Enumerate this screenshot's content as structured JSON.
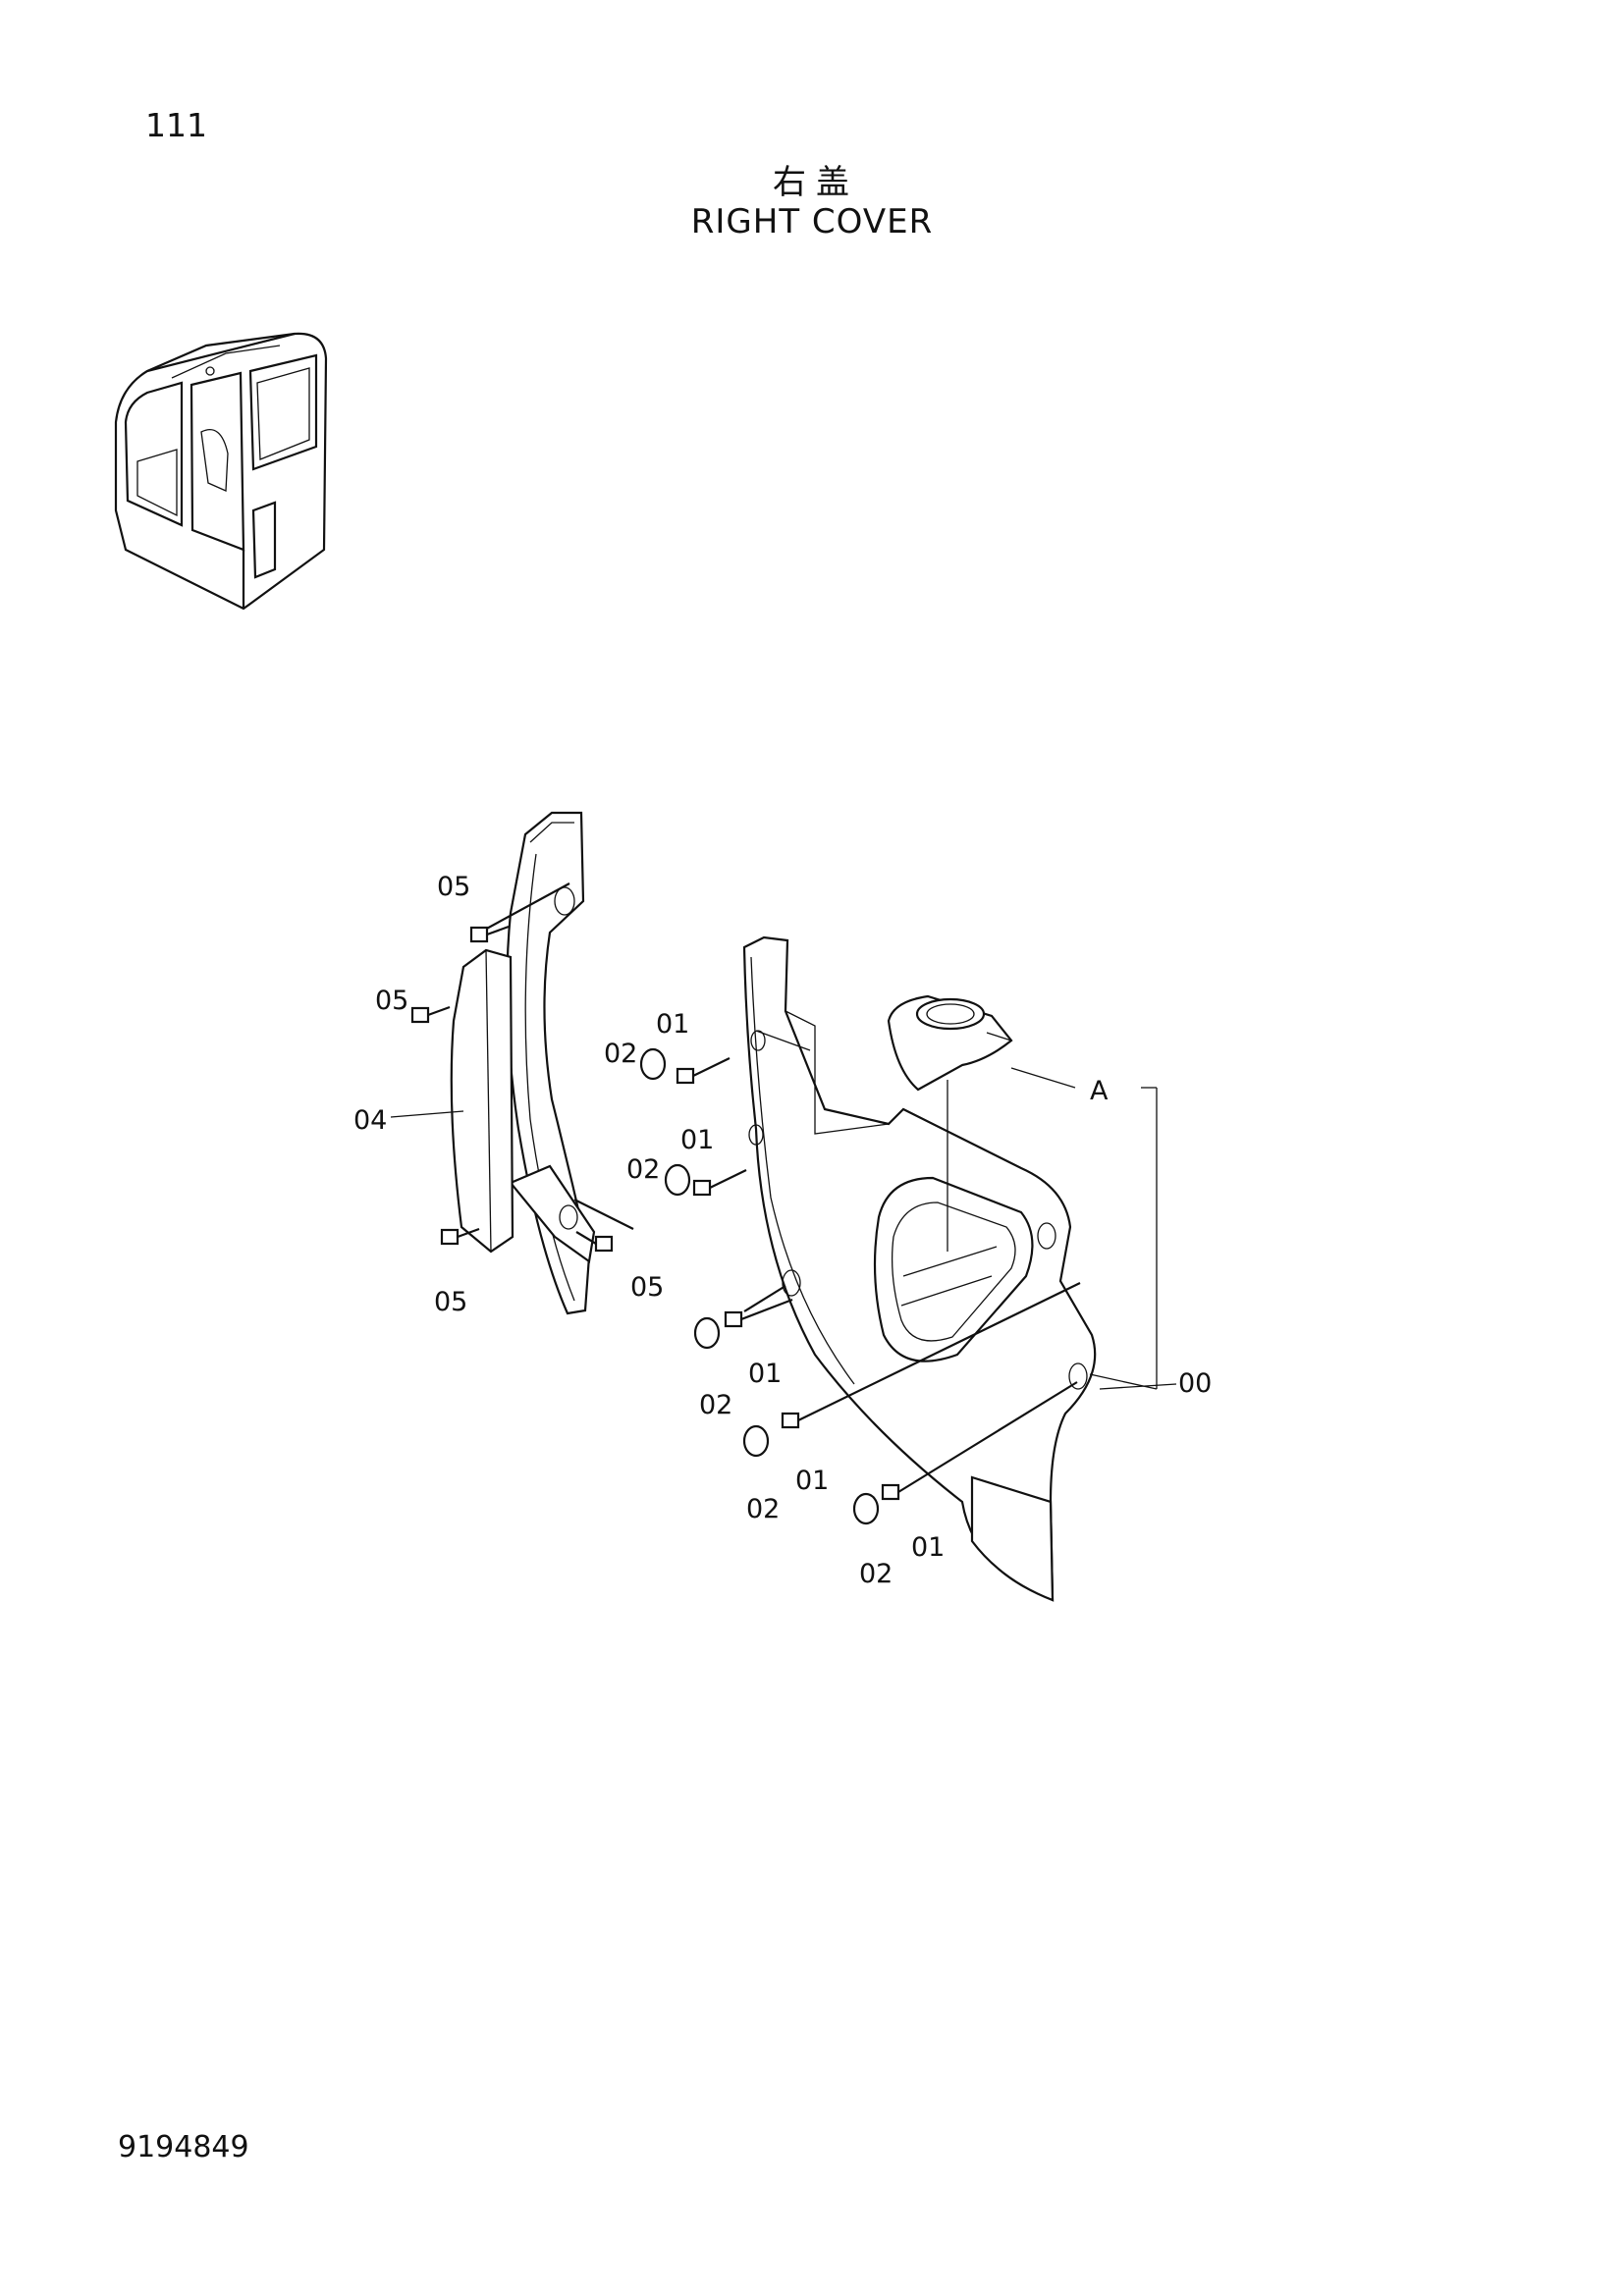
{
  "page": {
    "number": "111",
    "title_cn": "右盖",
    "title_en": "RIGHT COVER",
    "doc_number": "9194849"
  },
  "callouts": {
    "c00": "00",
    "c01": "01",
    "c02": "02",
    "c04": "04",
    "c05": "05",
    "cA": "A"
  }
}
